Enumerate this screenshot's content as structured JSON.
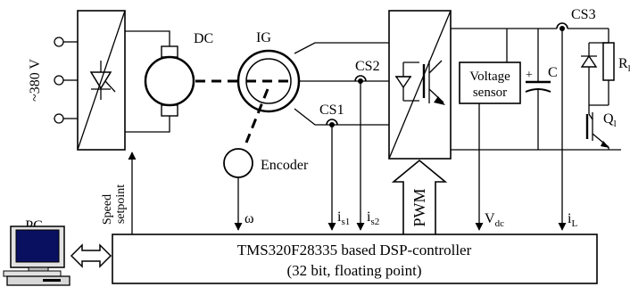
{
  "labels": {
    "supply": "~380 V",
    "dc_motor": "DC",
    "ig": "IG",
    "encoder": "Encoder",
    "cs1": "CS1",
    "cs2": "CS2",
    "cs3": "CS3",
    "voltage_sensor_1": "Voltage",
    "voltage_sensor_2": "sensor",
    "capacitor": "C",
    "cap_plus": "+",
    "resistor_r": "R",
    "resistor_sub": "l",
    "transistor_q": "Q",
    "transistor_sub": "l",
    "speed": "Speed",
    "setpoint": "setpoint",
    "omega": "ω",
    "is1": "i",
    "is1_sub": "s1",
    "is2": "i",
    "is2_sub": "s2",
    "pwm": "PWM",
    "vdc": "V",
    "vdc_sub": "dc",
    "il": "i",
    "il_sub": "L",
    "pc": "PC",
    "controller_line1": "TMS320F28335 based DSP-controller",
    "controller_line2": "(32 bit, floating point)"
  }
}
